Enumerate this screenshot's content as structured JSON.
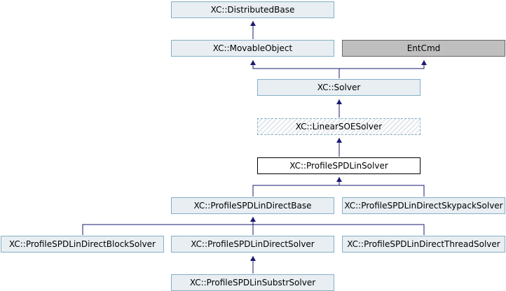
{
  "colors": {
    "edge": "#191970",
    "node_fill": "#e8eef2",
    "node_border": "#84b0c7"
  },
  "nodes": {
    "distributed_base": "XC::DistributedBase",
    "movable_object": "XC::MovableObject",
    "ent_cmd": "EntCmd",
    "solver": "XC::Solver",
    "linear_soe_solver": "XC::LinearSOESolver",
    "profile_spd_lin_solver": "XC::ProfileSPDLinSolver",
    "profile_spd_lin_direct_base": "XC::ProfileSPDLinDirectBase",
    "profile_spd_lin_direct_skypack_solver": "XC::ProfileSPDLinDirectSkypackSolver",
    "profile_spd_lin_direct_block_solver": "XC::ProfileSPDLinDirectBlockSolver",
    "profile_spd_lin_direct_solver": "XC::ProfileSPDLinDirectSolver",
    "profile_spd_lin_direct_thread_solver": "XC::ProfileSPDLinDirectThreadSolver",
    "profile_spd_lin_substr_solver": "XC::ProfileSPDLinSubstrSolver"
  }
}
